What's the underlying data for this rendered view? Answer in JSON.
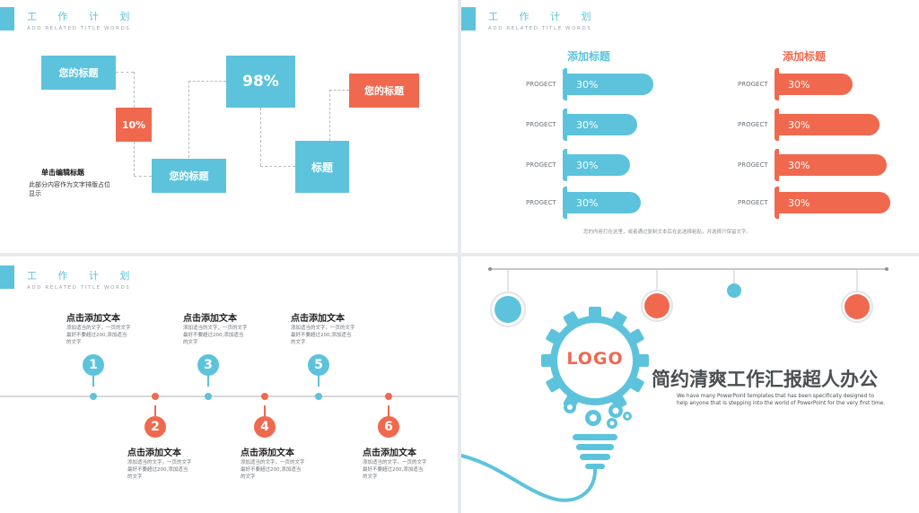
{
  "header": {
    "title": "工 作 计 划",
    "subtitle": "ADD RELATED TITLE WORDS"
  },
  "panel1": {
    "box1": "您的标题",
    "box2": "10%",
    "box3": "您的标题",
    "box4": "98%",
    "box5": "标题",
    "box6": "您的标题",
    "note_title": "单击编辑标题",
    "note_body": "此部分内容作为文字排版占位显示"
  },
  "panel2": {
    "left_heading": "添加标题",
    "right_heading": "添加标题",
    "left_rows": [
      {
        "label": "PROGECT",
        "value": "30%"
      },
      {
        "label": "PROGECT",
        "value": "30%"
      },
      {
        "label": "PROGECT",
        "value": "30%"
      },
      {
        "label": "PROGECT",
        "value": "30%"
      }
    ],
    "right_rows": [
      {
        "label": "PROGECT",
        "value": "30%"
      },
      {
        "label": "PROGECT",
        "value": "30%"
      },
      {
        "label": "PROGECT",
        "value": "30%"
      },
      {
        "label": "PROGECT",
        "value": "30%"
      }
    ],
    "footer": "您的内容打在这里，或者通过复制文本后在此选择粘贴，并选择只保留文字。"
  },
  "panel3": {
    "steps": [
      {
        "num": "1",
        "title": "点击添加文本",
        "desc": "添加适当的文字，一页的文字最好不要超过200,添加适当的文字"
      },
      {
        "num": "2",
        "title": "点击添加文本",
        "desc": "添加适当的文字，一页的文字最好不要超过200,添加适当的文字"
      },
      {
        "num": "3",
        "title": "点击添加文本",
        "desc": "添加适当的文字，一页的文字最好不要超过200,添加适当的文字"
      },
      {
        "num": "4",
        "title": "点击添加文本",
        "desc": "添加适当的文字，一页的文字最好不要超过200,添加适当的文字"
      },
      {
        "num": "5",
        "title": "点击添加文本",
        "desc": "添加适当的文字，一页的文字最好不要超过200,添加适当的文字"
      },
      {
        "num": "6",
        "title": "点击添加文本",
        "desc": "添加适当的文字，一页的文字最好不要超过200,添加适当的文字"
      }
    ]
  },
  "panel4": {
    "logo": "LOGO",
    "title": "简约清爽工作汇报超人办公",
    "desc": "We have many PowerPoint templates that has been specifically designed to help anyone that is stepping into the world of PowerPoint for the very first time."
  },
  "colors": {
    "blue": "#5dc3dc",
    "red": "#f0694f"
  }
}
